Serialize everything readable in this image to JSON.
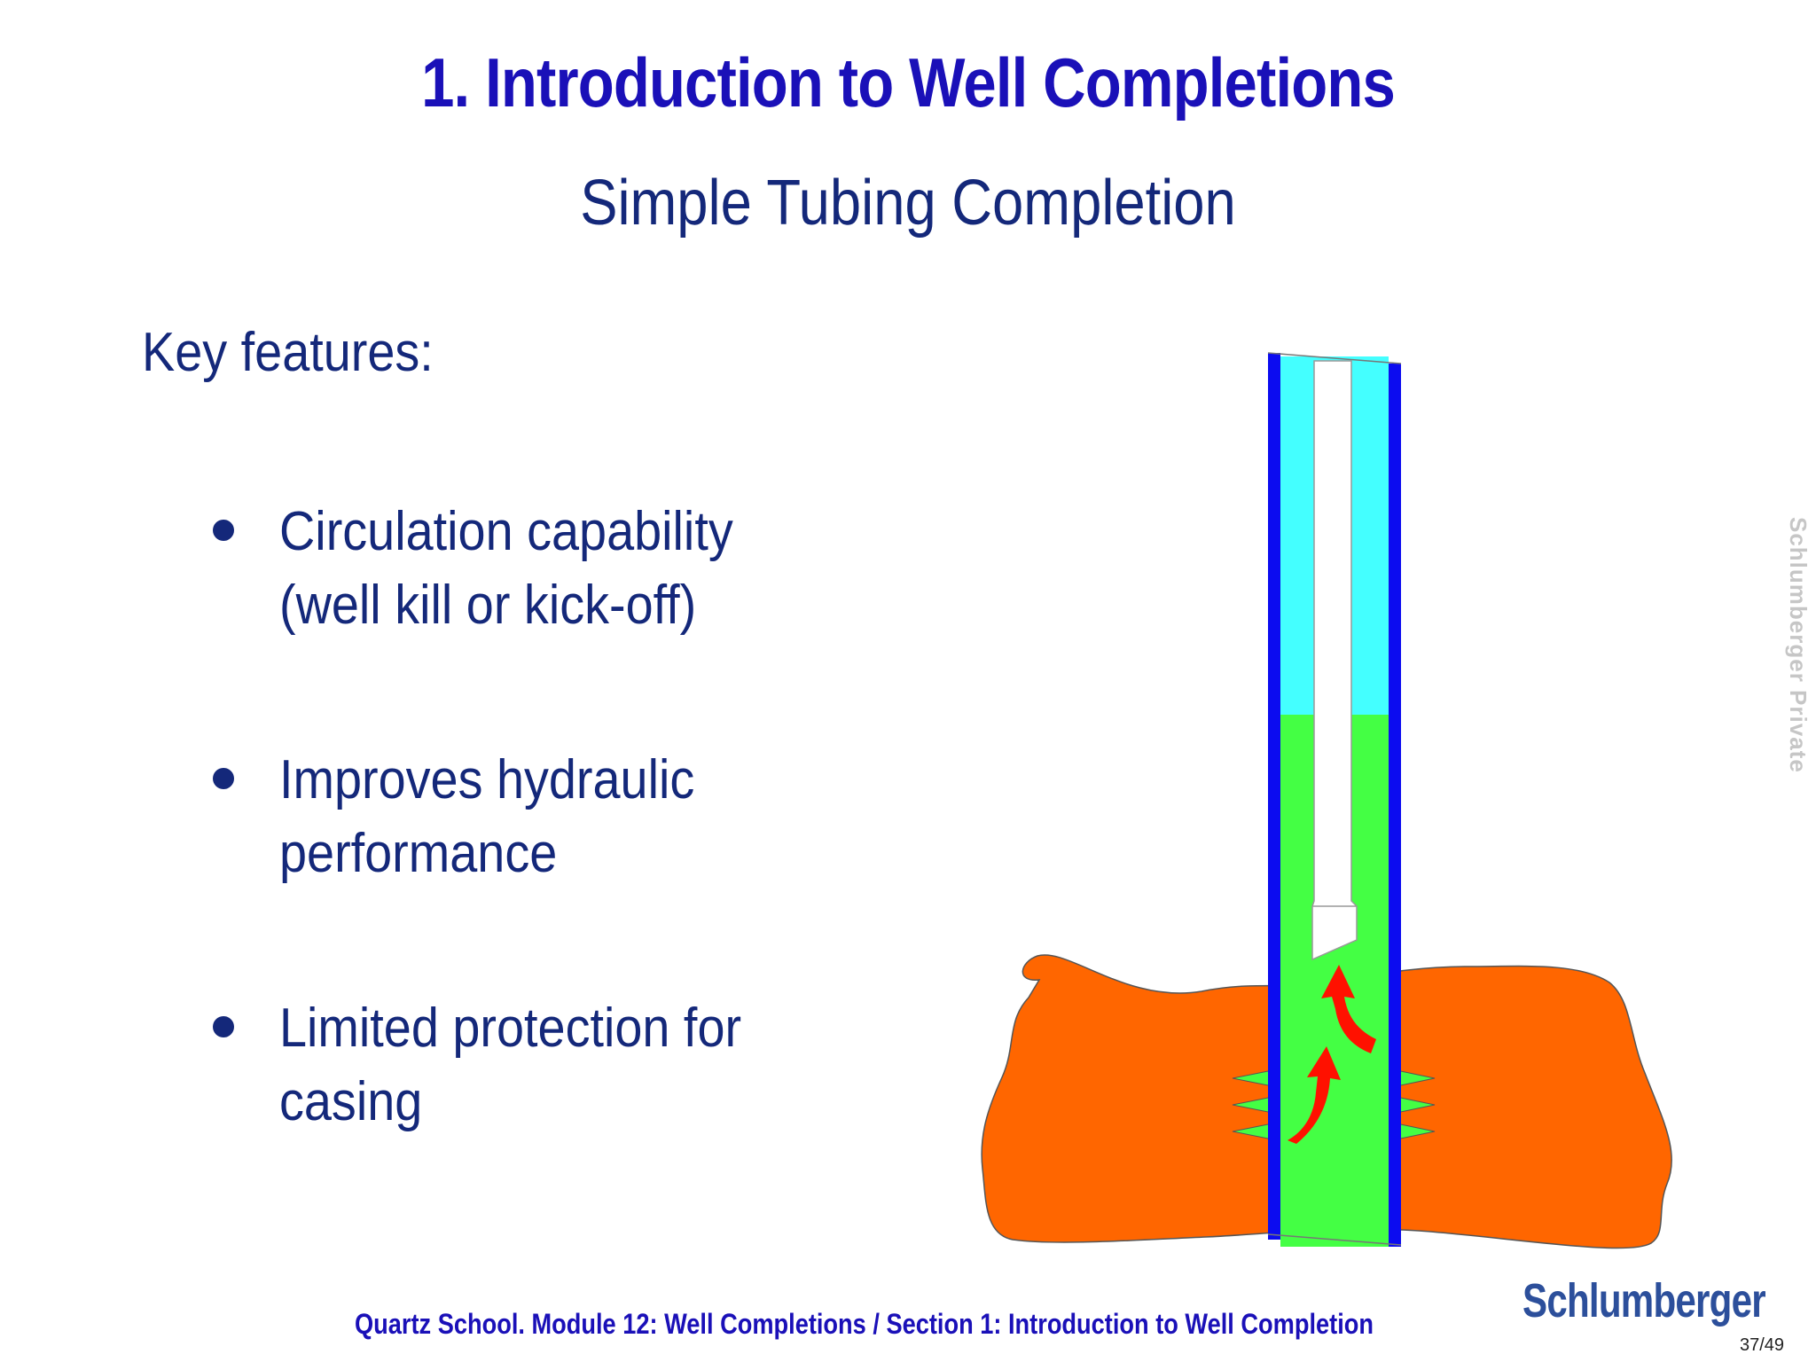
{
  "slide": {
    "title": "1. Introduction to Well Completions",
    "subtitle": "Simple Tubing Completion",
    "key_features_label": "Key features:",
    "bullets": [
      {
        "line1": "Circulation capability",
        "line2": "(well kill or kick-off)"
      },
      {
        "line1": "Improves hydraulic",
        "line2": "performance"
      },
      {
        "line1": "Limited protection for",
        "line2": "casing"
      }
    ]
  },
  "watermark": "Schlumberger Private",
  "footer": {
    "text": "Quartz School.  Module 12: Well Completions / Section 1: Introduction to Well Completion",
    "logo": "Schlumberger",
    "page": "37/49"
  },
  "diagram": {
    "colors": {
      "formation": "#ff6600",
      "casing": "#0c0cf0",
      "annulus_upper_fluid": "#44ffff",
      "annulus_lower_fluid": "#44ff44",
      "tubing": "#ffffff",
      "flow_arrow": "#ff1100",
      "perforation": "#44ff44"
    },
    "icons": [
      "flow-arrow-icon",
      "perforation-icon"
    ]
  }
}
